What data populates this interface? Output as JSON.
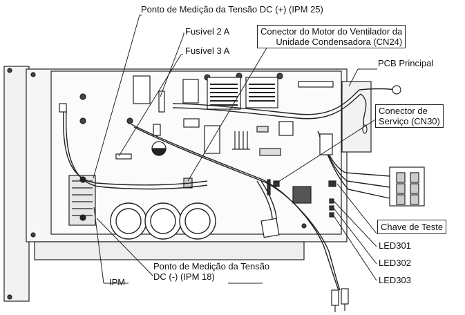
{
  "labels": {
    "dc_plus": "Ponto de Medição da Tensão DC (+) (IPM 25)",
    "fuse2": "Fusível 2 A",
    "fuse3": "Fusível 3 A",
    "fan_motor_l1": "Conector do Motor do Ventilador da",
    "fan_motor_l2": "Unidade Condensadora (CN24)",
    "pcb": "PCB Principal",
    "service_l1": "Conector de",
    "service_l2": "Serviço (CN30)",
    "test_switch": "Chave de Teste",
    "led301": "LED301",
    "led302": "LED302",
    "led303": "LED303",
    "ipm": "IPM",
    "dc_minus_l1": "Ponto de Medição da Tensão",
    "dc_minus_l2": "DC (-) (IPM 18)"
  },
  "colors": {
    "line": "#222222",
    "fill_light": "#f2f2f2",
    "fill_mid": "#cfcfcf",
    "fill_dark": "#333333"
  }
}
